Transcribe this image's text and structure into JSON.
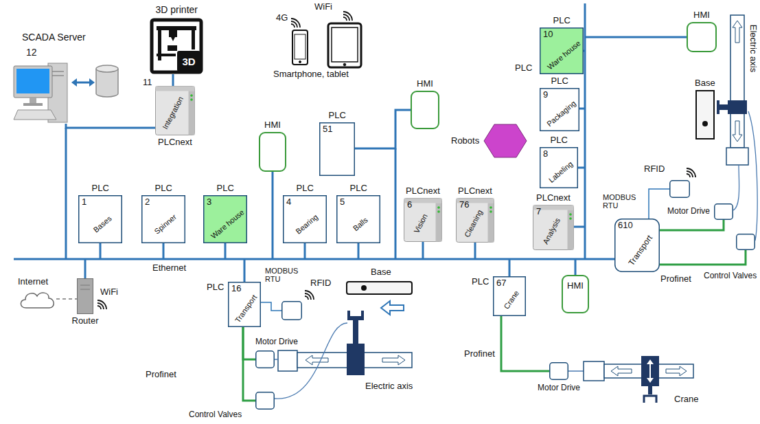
{
  "diagram": {
    "nodes": [
      {
        "text": [
          "12",
          "SCADA Server"
        ]
      },
      {
        "text": [
          "3D printer",
          "3D"
        ]
      },
      {
        "text": [
          "11",
          "Integration",
          "PLCnext"
        ]
      },
      {
        "text": [
          "HMI"
        ]
      },
      {
        "text": [
          "PLC",
          "10",
          "Ware house"
        ]
      },
      {
        "text": [
          "HMI"
        ]
      },
      {
        "text": [
          "PLC",
          "9",
          "Packaging"
        ]
      },
      {
        "text": [
          "HMI"
        ]
      },
      {
        "text": [
          "PLC",
          "51"
        ]
      },
      {
        "text": [
          "Robots"
        ]
      },
      {
        "text": [
          "PLC",
          "8",
          "Labeling"
        ]
      },
      {
        "text": [
          "PLC",
          "1",
          "Bases"
        ]
      },
      {
        "text": [
          "PLC",
          "2",
          "Spinner"
        ]
      },
      {
        "text": [
          "PLC",
          "3",
          "Ware house"
        ]
      },
      {
        "text": [
          "PLC",
          "4",
          "Bearing"
        ]
      },
      {
        "text": [
          "PLC",
          "5",
          "Balls"
        ]
      },
      {
        "text": [
          "PLCnext",
          "6",
          "Vision"
        ]
      },
      {
        "text": [
          "PLCnext",
          "76",
          "Cleaning"
        ]
      },
      {
        "text": [
          "PLCnext",
          "7",
          "Analysis"
        ]
      },
      {
        "text": [
          "RFID"
        ]
      },
      {
        "text": [
          "Motor Drive"
        ]
      },
      {
        "text": [
          "610",
          "Transport"
        ]
      },
      {
        "text": [
          "Control Valves"
        ]
      },
      {
        "text": [
          "Internet"
        ]
      },
      {
        "text": [
          "Router"
        ]
      },
      {
        "text": [
          "PLC",
          "16",
          "Transport"
        ]
      },
      {
        "text": [
          "RFID"
        ]
      },
      {
        "text": [
          "Motor Drive"
        ]
      },
      {
        "text": [
          "Control Valves"
        ]
      },
      {
        "text": [
          "PLC",
          "67",
          "Crane"
        ]
      },
      {
        "text": [
          "HMI"
        ]
      },
      {
        "text": [
          "Motor Drive"
        ]
      }
    ],
    "edges": [
      {
        "from": 1,
        "to": 2,
        "arrow": "none"
      },
      {
        "from": 0,
        "to": 2,
        "arrow": "none"
      },
      {
        "from": 8,
        "to": 3,
        "arrow": "none"
      },
      {
        "from": 23,
        "to": 24,
        "arrow": "none"
      },
      {
        "from": 25,
        "to": 26,
        "arrow": "none"
      },
      {
        "from": 25,
        "to": 27,
        "arrow": "none"
      },
      {
        "from": 25,
        "to": 28,
        "arrow": "none"
      },
      {
        "from": 29,
        "to": 31,
        "arrow": "none"
      },
      {
        "from": 21,
        "to": 19,
        "arrow": "none"
      },
      {
        "from": 21,
        "to": 20,
        "arrow": "none"
      },
      {
        "from": 21,
        "to": 22,
        "arrow": "none"
      }
    ],
    "labels": [
      "WiFi",
      "4G",
      "Smartphone, tablet",
      "PLC",
      "Ethernet",
      "WiFi",
      "MODBUS RTU",
      "Base",
      "Profinet",
      "Electric axis",
      "Profinet",
      "Crane",
      "MODBUS RTU",
      "Base",
      "Electric axis",
      "Profinet"
    ]
  }
}
